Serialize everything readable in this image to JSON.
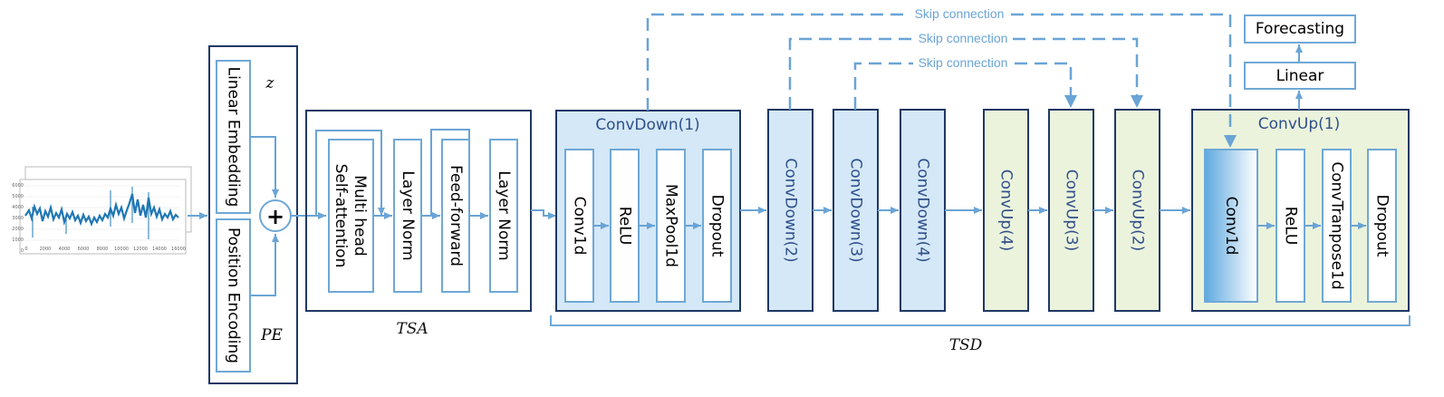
{
  "input_plot": {
    "y_ticks": [
      "6000",
      "5000",
      "4000",
      "3000",
      "2000",
      "1000",
      "0"
    ],
    "x_ticks": [
      "0",
      "2000",
      "4000",
      "6000",
      "8000",
      "10000",
      "12000",
      "14000",
      "16000"
    ]
  },
  "embedding": {
    "linear_embedding": "Linear Embedding",
    "position_encoding": "Position Encoding",
    "z_symbol": "z",
    "pe_symbol": "PE",
    "sum_symbol": "+"
  },
  "tsa": {
    "label": "TSA",
    "blocks": [
      "Multi head",
      "Self-attention",
      "Layer Norm",
      "Feed-forward",
      "Layer Norm"
    ]
  },
  "convdown1": {
    "title": "ConvDown(1)",
    "layers": [
      "Conv1d",
      "ReLU",
      "MaxPool1d",
      "Dropout"
    ]
  },
  "down_blocks": [
    "ConvDown(2)",
    "ConvDown(3)",
    "ConvDown(4)"
  ],
  "up_blocks": [
    "ConvUp(4)",
    "ConvUp(3)",
    "ConvUp(2)"
  ],
  "convup1": {
    "title": "ConvUp(1)",
    "layers": [
      "Conv1d",
      "ReLU",
      "ConvTranpose1d",
      "Dropout"
    ]
  },
  "head": {
    "linear": "Linear",
    "forecasting": "Forecasting"
  },
  "skip_connections": [
    "Skip connection",
    "Skip connection",
    "Skip connection"
  ],
  "tsd_label": "TSD",
  "colors": {
    "box_stroke": "#6fa8d6",
    "dark_stroke": "#1f3864",
    "down_fill": "#d4e8f7",
    "up_fill": "#ebf3dc",
    "arrow": "#6aa4d6"
  }
}
